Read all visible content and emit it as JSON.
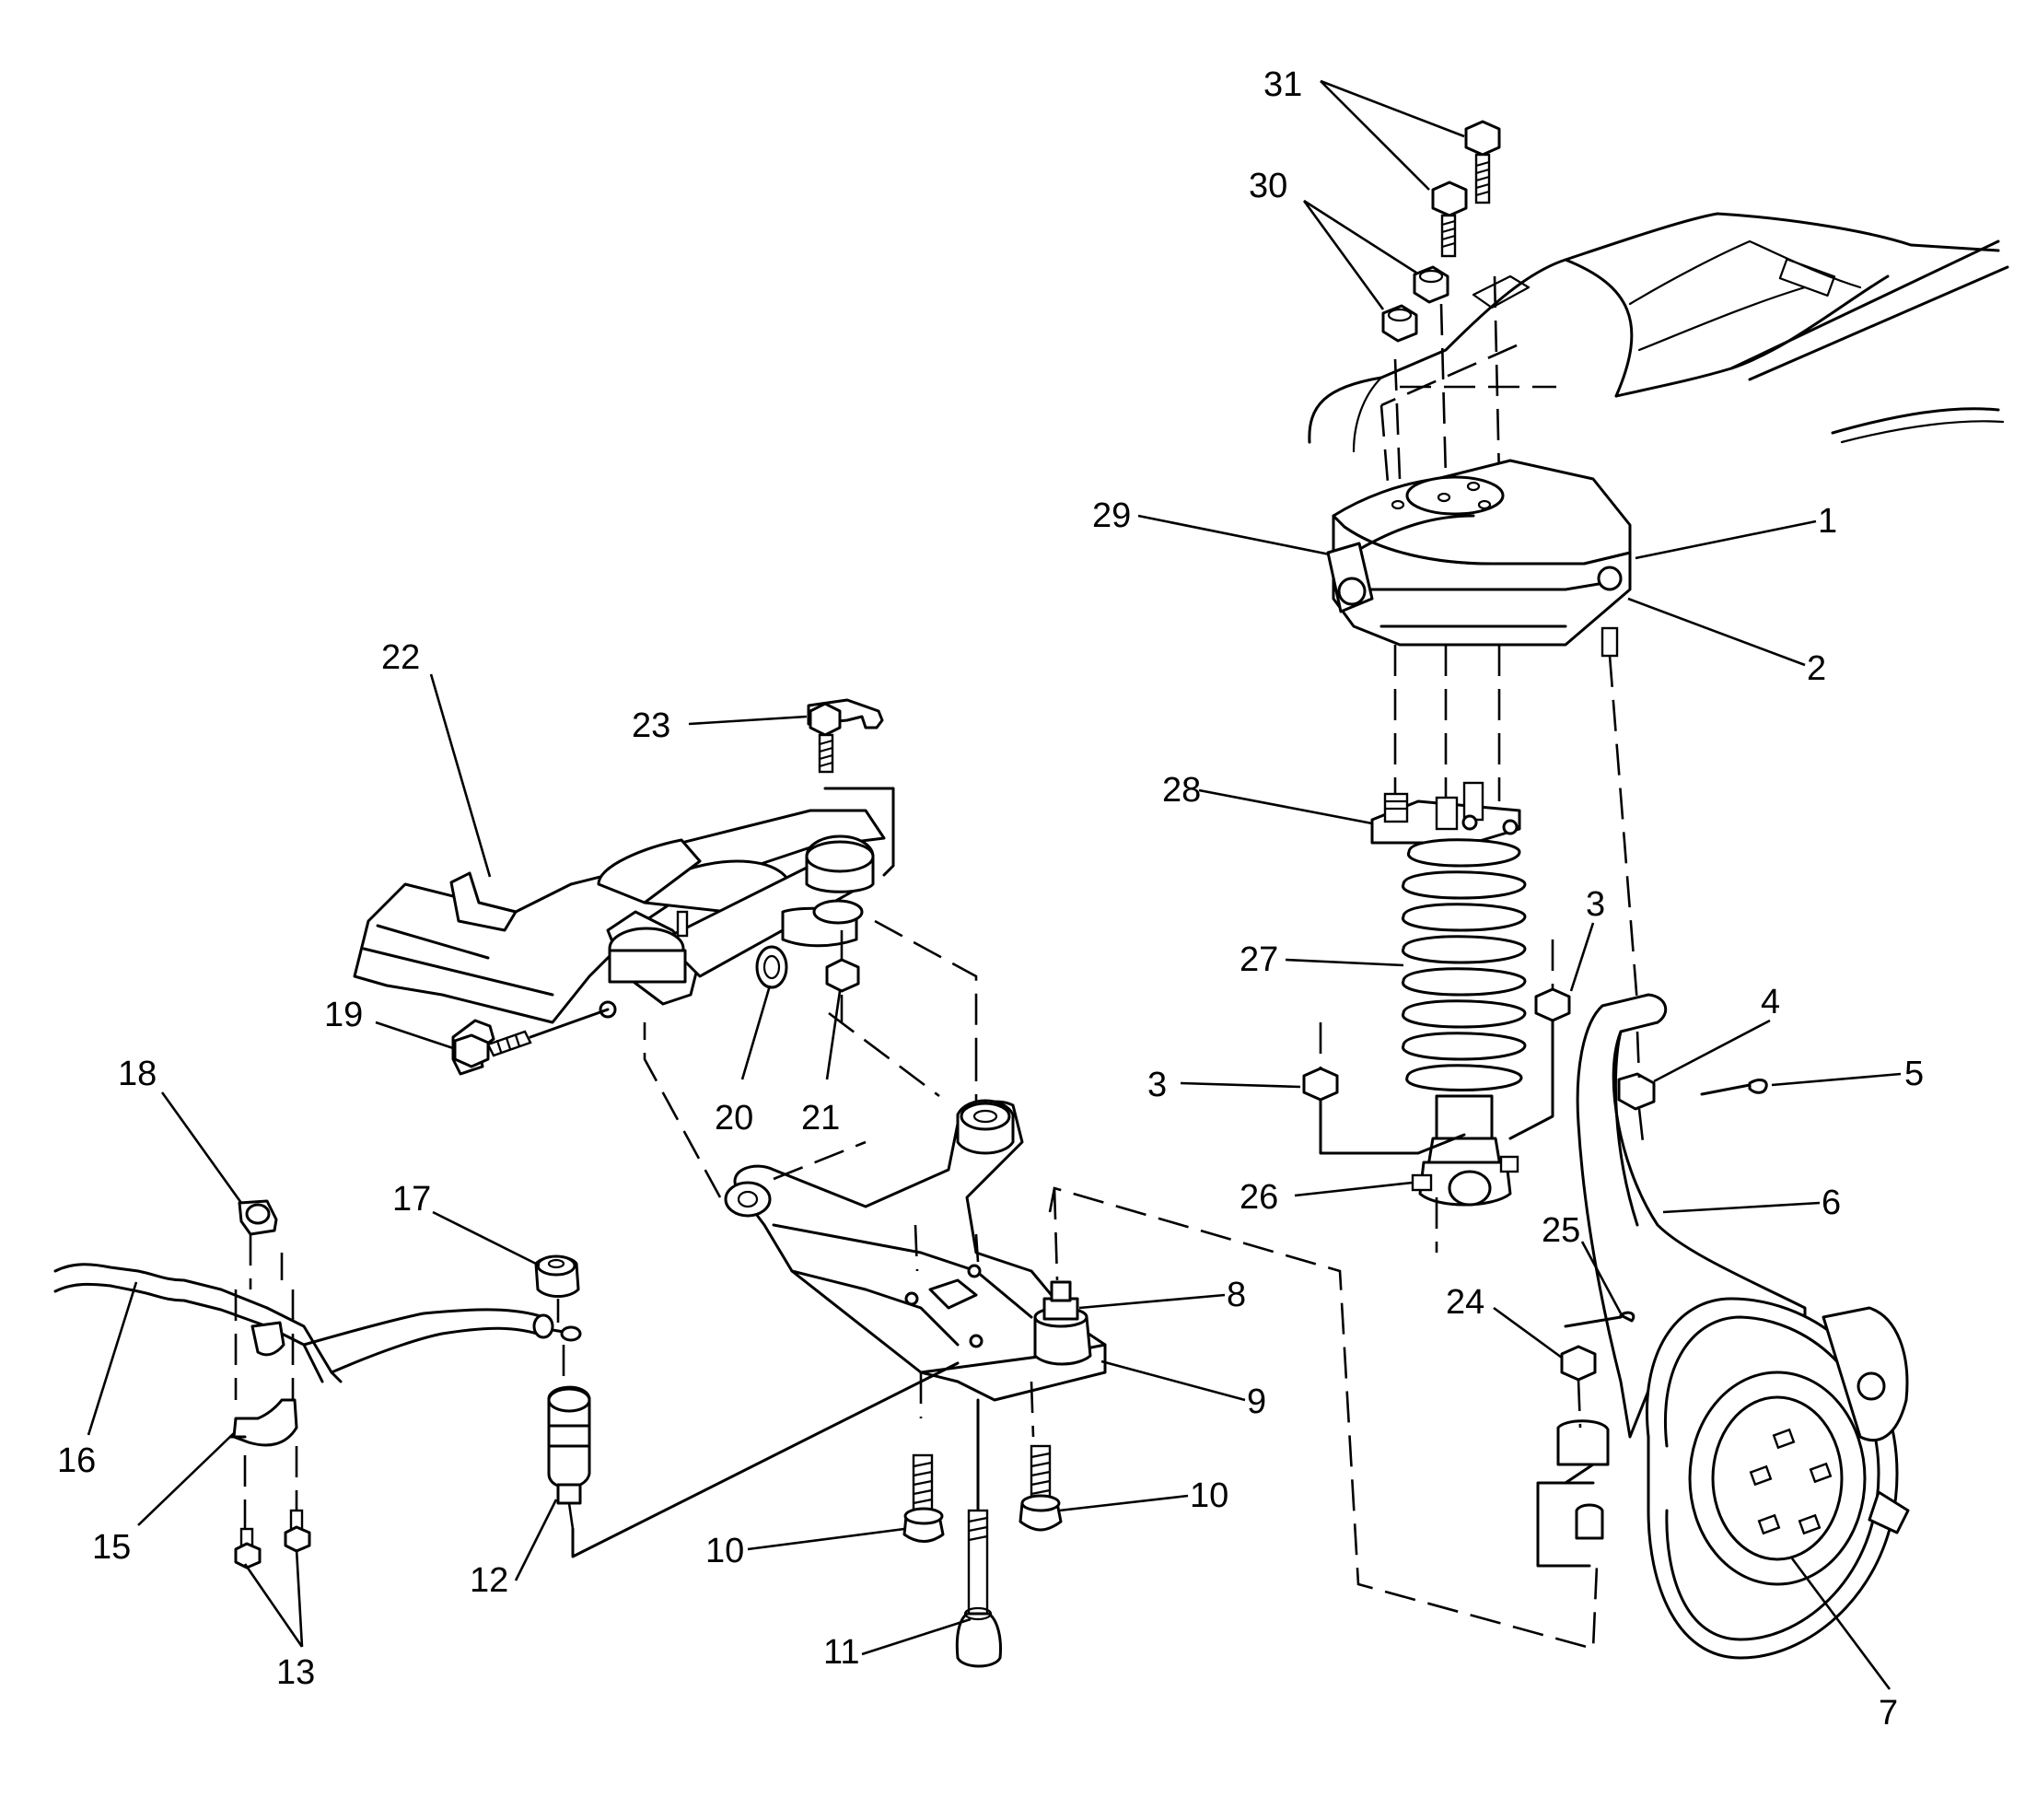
{
  "diagram": {
    "callouts": [
      {
        "id": "c1",
        "text": "1"
      },
      {
        "id": "c2",
        "text": "2"
      },
      {
        "id": "c3a",
        "text": "3"
      },
      {
        "id": "c3b",
        "text": "3"
      },
      {
        "id": "c4",
        "text": "4"
      },
      {
        "id": "c5",
        "text": "5"
      },
      {
        "id": "c6",
        "text": "6"
      },
      {
        "id": "c7",
        "text": "7"
      },
      {
        "id": "c8",
        "text": "8"
      },
      {
        "id": "c9",
        "text": "9"
      },
      {
        "id": "c10a",
        "text": "10"
      },
      {
        "id": "c10b",
        "text": "10"
      },
      {
        "id": "c11",
        "text": "11"
      },
      {
        "id": "c12",
        "text": "12"
      },
      {
        "id": "c13",
        "text": "13"
      },
      {
        "id": "c15",
        "text": "15"
      },
      {
        "id": "c16",
        "text": "16"
      },
      {
        "id": "c17",
        "text": "17"
      },
      {
        "id": "c18",
        "text": "18"
      },
      {
        "id": "c19",
        "text": "19"
      },
      {
        "id": "c20",
        "text": "20"
      },
      {
        "id": "c21",
        "text": "21"
      },
      {
        "id": "c22",
        "text": "22"
      },
      {
        "id": "c23",
        "text": "23"
      },
      {
        "id": "c24",
        "text": "24"
      },
      {
        "id": "c25",
        "text": "25"
      },
      {
        "id": "c26",
        "text": "26"
      },
      {
        "id": "c27",
        "text": "27"
      },
      {
        "id": "c28",
        "text": "28"
      },
      {
        "id": "c29",
        "text": "29"
      },
      {
        "id": "c30",
        "text": "30"
      },
      {
        "id": "c31",
        "text": "31"
      }
    ]
  }
}
